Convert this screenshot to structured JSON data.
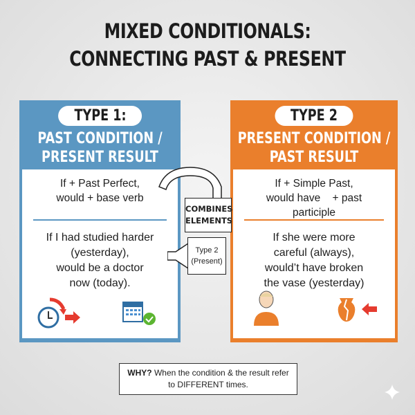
{
  "title": {
    "line1": "MIXED CONDITIONALS:",
    "line2": "CONNECTING PAST & PRESENT"
  },
  "left": {
    "badge": "TYPE 1:",
    "heading1": "PAST CONDITION /",
    "heading2": "PRESENT RESULT",
    "formula1": "If + Past Perfect,",
    "formula2": "would + base verb",
    "example": [
      "If I had studied  harder",
      "(yesterday),",
      "would be a doctor",
      "now (today)."
    ],
    "icons": [
      "clock-icon",
      "arrow-right-icon",
      "calendar-icon",
      "check-icon"
    ],
    "color": "#5b97c2"
  },
  "right": {
    "badge": "TYPE 2",
    "heading1": "PRESENT CONDITION /",
    "heading2": "PAST RESULT",
    "formula1": "If + Simple Past,",
    "formula2": "would have    + past",
    "formula3": "participle",
    "example": [
      "If she were more",
      "careful (always),",
      "would’t have broken",
      "the vase (yesterday)"
    ],
    "icons": [
      "thinking-person-icon",
      "broken-vase-icon",
      "arrow-left-icon"
    ],
    "color": "#ea7f2c"
  },
  "connector": {
    "label1": "COMBINES",
    "label2": "ELEMENTS",
    "callout1": "Type 2",
    "callout2": "(Present)"
  },
  "why": {
    "bold": "WHY?",
    "text1": " When the condition & the result refer",
    "text2": "to DIFFERENT times."
  }
}
